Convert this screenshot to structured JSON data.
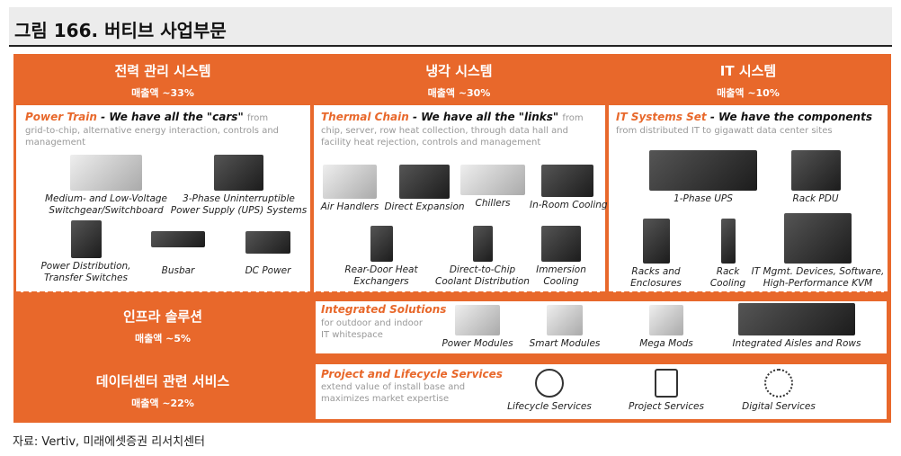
{
  "title": "그림 166. 버티브 사업부문",
  "columns": [
    {
      "name": "전력 관리 시스템",
      "share": "매출액 ~33%",
      "heading": "Power Train",
      "tagline": "- We have all the \"cars\"",
      "from": "from",
      "desc": "grid-to-chip, alternative energy interaction, controls and management",
      "items": [
        "Medium- and Low-Voltage Switchgear/Switchboard",
        "3-Phase Uninterruptible Power Supply (UPS) Systems",
        "Power Distribution, Transfer Switches",
        "Busbar",
        "DC Power"
      ]
    },
    {
      "name": "냉각 시스템",
      "share": "매출액 ~30%",
      "heading": "Thermal Chain",
      "tagline": "- We have all the \"links\"",
      "from": "from",
      "desc": "chip, server, row heat collection, through data hall and facility heat rejection, controls and management",
      "items": [
        "Air Handlers",
        "Direct Expansion",
        "Chillers",
        "In-Room Cooling",
        "Rear-Door Heat Exchangers",
        "Direct-to-Chip Coolant Distribution",
        "Immersion Cooling"
      ]
    },
    {
      "name": "IT 시스템",
      "share": "매출액 ~10%",
      "heading": "IT Systems Set",
      "tagline": "- We have the components",
      "desc": "from distributed IT to gigawatt data center sites",
      "items": [
        "1-Phase UPS",
        "Rack PDU",
        "Racks and Enclosures",
        "Rack Cooling",
        "IT Mgmt. Devices, Software, High-Performance KVM"
      ]
    }
  ],
  "infra": {
    "name": "인프라 솔루션",
    "share": "매출액 ~5%",
    "heading": "Integrated Solutions",
    "desc": "for outdoor and indoor IT whitespace",
    "items": [
      "Power Modules",
      "Smart Modules",
      "Mega Mods",
      "Integrated Aisles and Rows"
    ]
  },
  "services": {
    "name": "데이터센터 관련 서비스",
    "share": "매출액 ~22%",
    "heading": "Project and Lifecycle Services",
    "desc": "extend value of install base and maximizes market expertise",
    "items": [
      "Lifecycle Services",
      "Project Services",
      "Digital Services"
    ]
  },
  "source": "자료: Vertiv, 미래에셋증권 리서치센터"
}
